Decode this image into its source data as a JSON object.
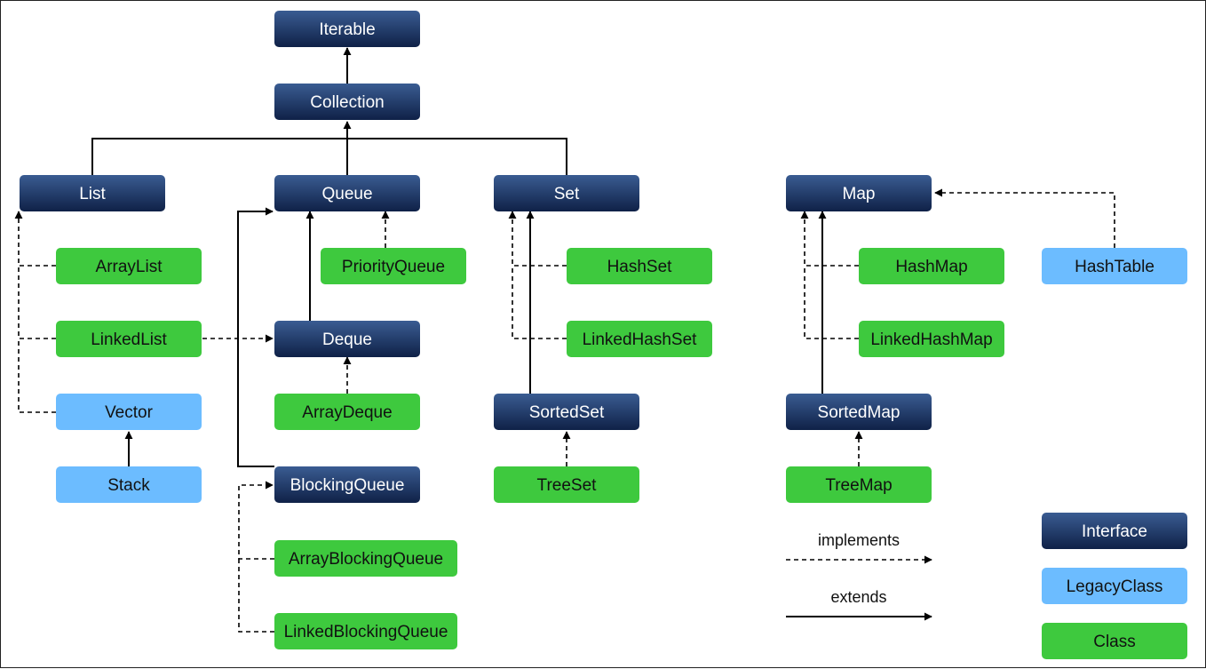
{
  "colors": {
    "interface_top": "#3a5c92",
    "interface_bottom": "#0f2147",
    "legacy_class": "#6cbcff",
    "class": "#3ec93e",
    "interface_text": "#ffffff",
    "box_text": "#111111",
    "line": "#000000"
  },
  "nodes": {
    "iterable": "Iterable",
    "collection": "Collection",
    "list": "List",
    "queue": "Queue",
    "set": "Set",
    "map": "Map",
    "arraylist": "ArrayList",
    "linkedlist": "LinkedList",
    "vector": "Vector",
    "stack": "Stack",
    "priorityqueue": "PriorityQueue",
    "deque": "Deque",
    "arraydeque": "ArrayDeque",
    "blockingqueue": "BlockingQueue",
    "arrayblockingqueue": "ArrayBlockingQueue",
    "linkedblockingqueue": "LinkedBlockingQueue",
    "hashset": "HashSet",
    "linkedhashset": "LinkedHashSet",
    "sortedset": "SortedSet",
    "treeset": "TreeSet",
    "hashmap": "HashMap",
    "linkedhashmap": "LinkedHashMap",
    "sortedmap": "SortedMap",
    "treemap": "TreeMap",
    "hashtable": "HashTable"
  },
  "legend": {
    "implements": "implements",
    "extends": "extends",
    "interface": "Interface",
    "legacy_class": "LegacyClass",
    "class": "Class"
  }
}
